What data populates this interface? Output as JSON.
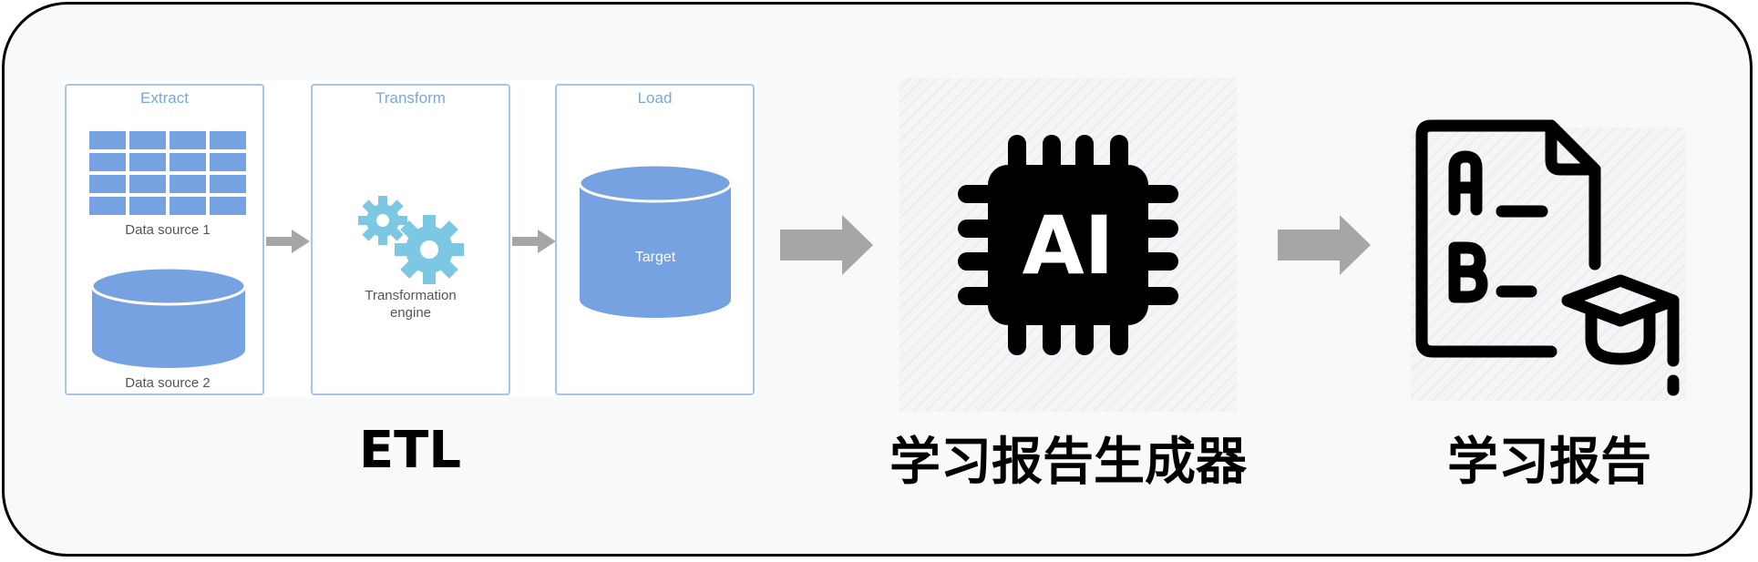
{
  "etl": {
    "extract_title": "Extract",
    "transform_title": "Transform",
    "load_title": "Load",
    "data_source_1": "Data source 1",
    "data_source_2": "Data source 2",
    "transformation_engine_line1": "Transformation",
    "transformation_engine_line2": "engine",
    "target": "Target",
    "label": "ETL"
  },
  "ai_chip": {
    "chip_text": "AI",
    "label": "学习报告生成器"
  },
  "report": {
    "label": "学习报告",
    "line_a": "A",
    "line_b": "B"
  },
  "colors": {
    "stage_border": "#a9c4ec",
    "stage_title": "#7aa6dd",
    "db_blue": "#77a2e2",
    "gear_blue": "#7cc8e3",
    "arrow_gray": "#a6a6a6"
  }
}
